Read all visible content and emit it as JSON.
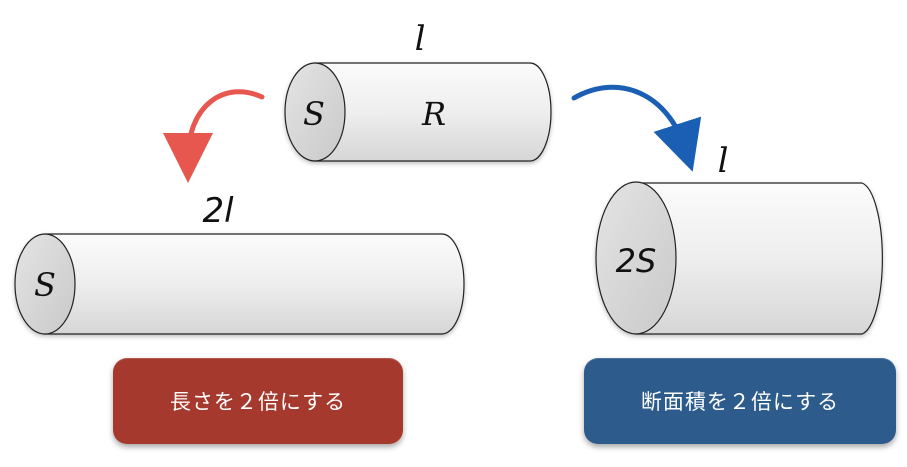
{
  "cylinders": {
    "original": {
      "face_label": "S",
      "body_label": "R",
      "length_label": "l"
    },
    "doubled_length": {
      "face_label": "S",
      "length_label": "2l"
    },
    "doubled_area": {
      "face_label": "2S",
      "length_label": "l"
    }
  },
  "buttons": {
    "double_length": "長さを２倍にする",
    "double_area": "断面積を２倍にする"
  },
  "colors": {
    "left_arrow": "#e8574f",
    "right_arrow": "#1a5fb4",
    "left_button": "#a6392d",
    "right_button": "#2d5c8c",
    "cylinder_body": "#efefef",
    "cylinder_face": "#d9d9d9"
  }
}
